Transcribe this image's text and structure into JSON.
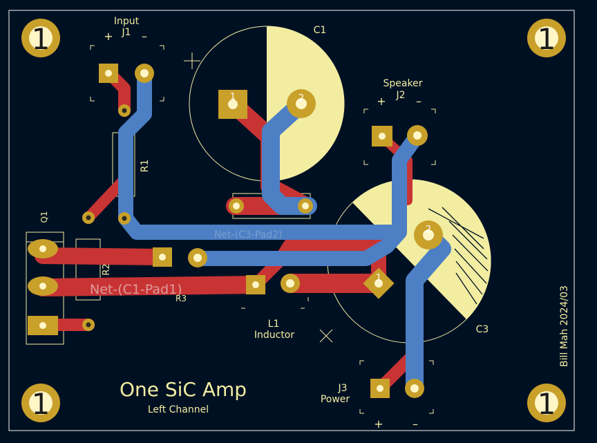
{
  "colors": {
    "background": "#001023",
    "front_copper": "#c83434",
    "back_copper": "#4d7fc4",
    "silkscreen": "#f2eda1",
    "pad": "#c8a02a",
    "net_label": "#7a9ecf",
    "net_label_front": "#e09a9a",
    "edge": "#d0d2cd"
  },
  "title": {
    "main": "One SiC Amp",
    "sub": "Left Channel"
  },
  "author": "Bill Mah 2024/03",
  "components": {
    "j1": {
      "name": "Input",
      "ref": "J1",
      "plus": "+",
      "minus": "–"
    },
    "j2": {
      "name": "Speaker",
      "ref": "J2",
      "plus": "+",
      "minus": "–"
    },
    "j3": {
      "ref": "J3",
      "name": "Power",
      "plus": "+",
      "minus": "–"
    },
    "c1": {
      "ref": "C1",
      "pad1": "1",
      "pad2": "2"
    },
    "c3": {
      "ref": "C3",
      "pad1": "1",
      "pad2": "2"
    },
    "r1": {
      "ref": "R1"
    },
    "r2": {
      "ref": "R2"
    },
    "r3": {
      "ref": "R3"
    },
    "q1": {
      "ref": "Q1"
    },
    "l1": {
      "ref": "L1",
      "name": "Inductor"
    }
  },
  "nets": {
    "c3_pad2": "Net-(C3-Pad2)",
    "c1_pad1": "Net-(C1-Pad1)"
  },
  "mounting_hole_label": "1"
}
